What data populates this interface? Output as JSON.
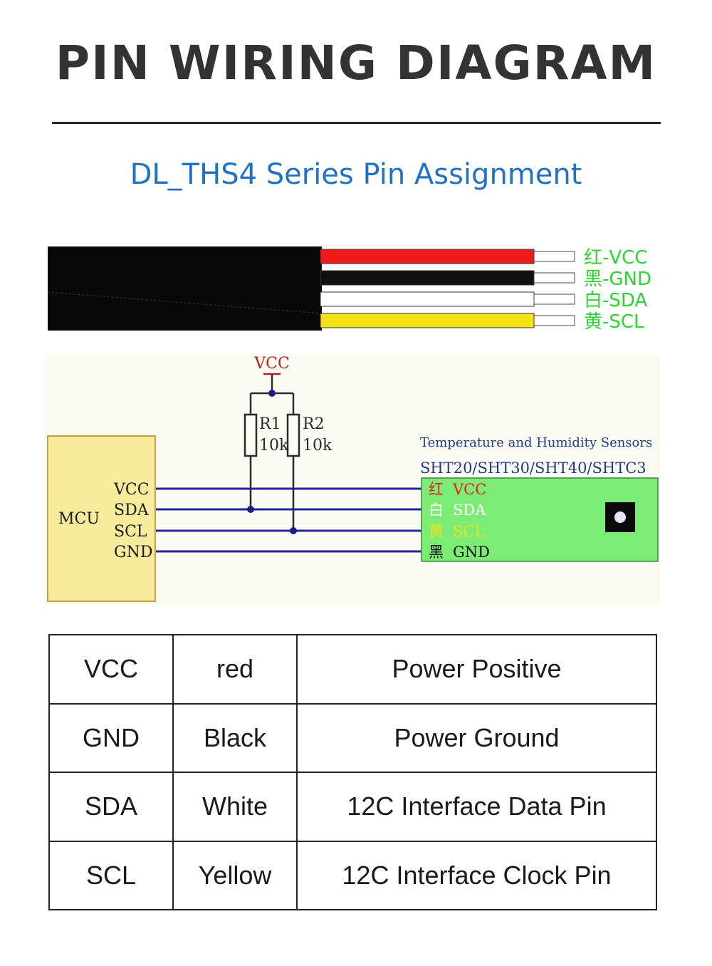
{
  "header": {
    "title": "PIN WIRING DIAGRAM",
    "subtitle": "DL_THS4 Series Pin Assignment"
  },
  "cable": {
    "wires": [
      {
        "label": "红-VCC",
        "color": "#ef1b1b"
      },
      {
        "label": "黑-GND",
        "color": "#101010"
      },
      {
        "label": "白-SDA",
        "color": "#ffffff"
      },
      {
        "label": "黄-SCL",
        "color": "#f3e314"
      }
    ],
    "label_color": "#2fd32f"
  },
  "schematic": {
    "vcc_label": "VCC",
    "r1_name": "R1",
    "r1_value": "10k",
    "r2_name": "R2",
    "r2_value": "10k",
    "mcu_label": "MCU",
    "mcu_pins": [
      "VCC",
      "SDA",
      "SCL",
      "GND"
    ],
    "sensor_title": "Temperature and Humidity Sensors",
    "sensor_models": "SHT20/SHT30/SHT40/SHTC3",
    "sensor_pins": [
      {
        "cn": "红",
        "name": "VCC",
        "color": "#e02020"
      },
      {
        "cn": "白",
        "name": "SDA",
        "color": "#ffffff"
      },
      {
        "cn": "黄",
        "name": "SCL",
        "color": "#f0e020"
      },
      {
        "cn": "黑",
        "name": "GND",
        "color": "#111111"
      }
    ],
    "mcu_color": "#f7ec9c",
    "sensor_color": "#7cec74",
    "line_color": "#2323a0"
  },
  "table": {
    "rows": [
      {
        "pin": "VCC",
        "color": "red",
        "function": "Power Positive"
      },
      {
        "pin": "GND",
        "color": "Black",
        "function": "Power Ground"
      },
      {
        "pin": "SDA",
        "color": "White",
        "function": "12C Interface Data Pin"
      },
      {
        "pin": "SCL",
        "color": "Yellow",
        "function": "12C Interface Clock Pin"
      }
    ]
  }
}
